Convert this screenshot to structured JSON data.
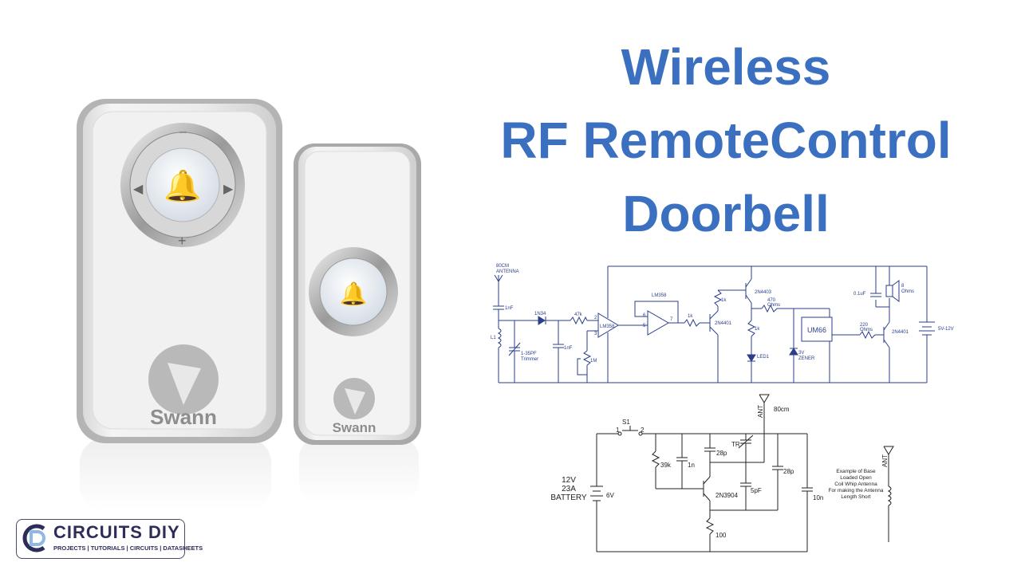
{
  "title": {
    "line1": "Wireless",
    "line2": "RF RemoteControl",
    "line3": "Doorbell"
  },
  "product": {
    "brand_main": "Swann",
    "brand_small": "Swann"
  },
  "schematic1": {
    "antenna": "80CM\nANTENNA",
    "c_in": "1nF",
    "diode": "1N34",
    "coil": "L1",
    "trimmer": "1-35PF\nTrimmer",
    "c2": "1nF",
    "r47k": "47k",
    "pot": "1M",
    "opamp1": "LM358",
    "opamp2": "LM358",
    "pin2": "2",
    "pin3": "3",
    "pin5": "5",
    "pin6": "6",
    "pin7": "7",
    "r1k_a": "1k",
    "q1": "2N4401",
    "r1k_b": "1k",
    "q2": "2N4403",
    "r1k_c": "1k",
    "led": "LED1",
    "r470": "470\nOhms",
    "zener": "3V\nZENER",
    "ic": "UM66",
    "r220": "220\nOhms",
    "q3": "2N4401",
    "c_spk": "0.1uF",
    "speaker": "8\nOhms",
    "supply": "5V-12V"
  },
  "schematic2": {
    "ant": "ANT",
    "ant_len": "80cm",
    "switch": "S1",
    "sw_pin1": "1",
    "sw_pin2": "2",
    "r39k": "39k",
    "c1n": "1n",
    "c28p_a": "28p",
    "tr": "TR",
    "c28p_b": "28p",
    "q": "2N3904",
    "c5p": "5pF",
    "c10n": "10n",
    "r100": "100",
    "battery": "12V\n23A\nBATTERY",
    "batt_v": "6V",
    "note": "Example of Base\nLoaded Open\nCoil Whip Antenna\nFor making the Antenna\nLength Short",
    "ant2": "ANT"
  },
  "logo": {
    "name": "CIRCUITS DIY",
    "tagline": "PROJECTS | TUTORIALS | CIRCUITS | DATASHEETS"
  }
}
